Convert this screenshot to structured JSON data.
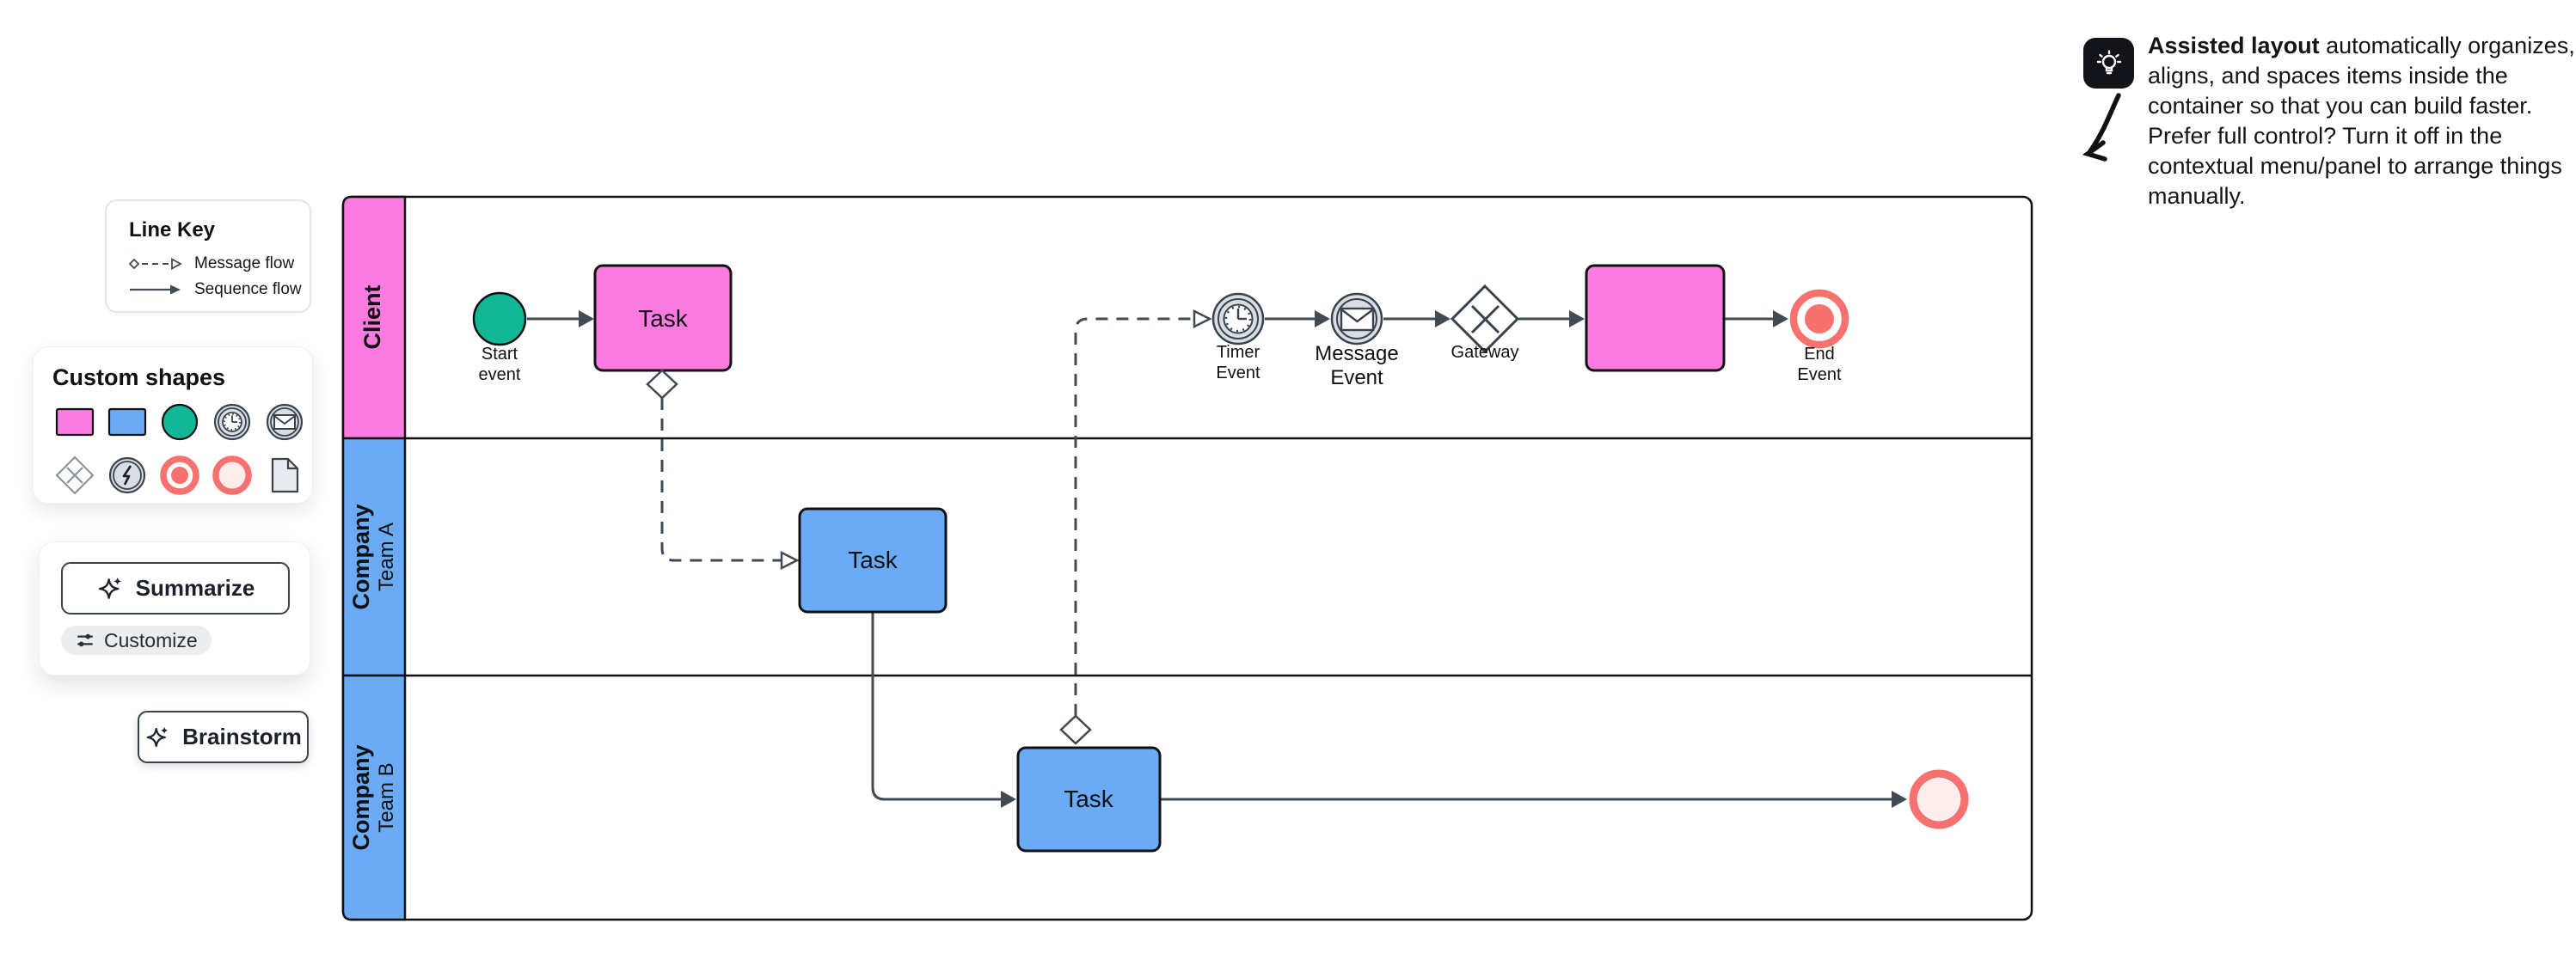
{
  "colors": {
    "pink": "#fb7be1",
    "blue": "#6babf5",
    "teal": "#12b795",
    "salmon": "#f7726e",
    "salmon_light": "#fdeeec",
    "event_fill": "#d9dee4",
    "flow": "#3f4a55",
    "border": "#111111"
  },
  "note": {
    "lead": "Assisted layout",
    "body": " automatically organizes, aligns, and spaces items inside the container so that you can build faster. Prefer full control? Turn it off in the contextual menu/panel to arrange things manually."
  },
  "line_key": {
    "title": "Line Key",
    "message_flow": "Message flow",
    "sequence_flow": "Sequence flow"
  },
  "shapes_panel": {
    "title": "Custom shapes",
    "icons": [
      "pink-rectangle",
      "blue-rectangle",
      "teal-circle",
      "timer-event",
      "message-event",
      "gateway-diamond",
      "bolt-event",
      "end-event",
      "end-ring",
      "document"
    ]
  },
  "ai": {
    "summarize": "Summarize",
    "customize": "Customize",
    "brainstorm": "Brainstorm"
  },
  "lanes": {
    "client": "Client",
    "company": "Company",
    "team_a": "Team A",
    "team_b": "Team B"
  },
  "nodes": {
    "start": {
      "line1": "Start",
      "line2": "event"
    },
    "task_client": "Task",
    "task_team_a": "Task",
    "task_team_b": "Task",
    "timer": {
      "line1": "Timer",
      "line2": "Event"
    },
    "message": {
      "line1": "Message",
      "line2": "Event"
    },
    "gateway": "Gateway",
    "end": {
      "line1": "End",
      "line2": "Event"
    }
  }
}
